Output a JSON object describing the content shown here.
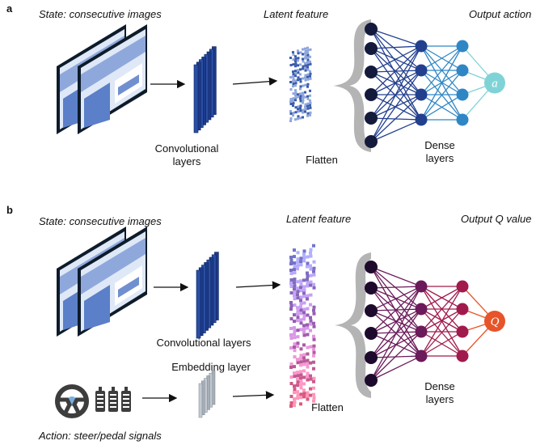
{
  "panel_a": {
    "label": "a",
    "state_title": "State: consecutive images",
    "latent_title": "Latent feature",
    "output_title": "Output action",
    "conv_label_line1": "Convolutional",
    "conv_label_line2": "layers",
    "flatten_label": "Flatten",
    "dense_label_line1": "Dense",
    "dense_label_line2": "layers",
    "output_node_symbol": "a",
    "colors": {
      "input": "#141a3c",
      "h1": "#23408f",
      "h2": "#2f86c5",
      "h3": "#5fc4d4",
      "out": "#7fd3d6"
    }
  },
  "panel_b": {
    "label": "b",
    "state_title": "State: consecutive images",
    "latent_title": "Latent feature",
    "output_title": "Output Q value",
    "conv_label": "Convolutional layers",
    "embedding_label": "Embedding layer",
    "action_label": "Action: steer/pedal signals",
    "flatten_label": "Flatten",
    "dense_label_line1": "Dense",
    "dense_label_line2": "layers",
    "output_node_symbol": "Q",
    "colors": {
      "input": "#1e0a2c",
      "h1": "#6b1a5a",
      "h2": "#a11a4c",
      "h3": "#d12b45",
      "out": "#e8542a"
    }
  }
}
